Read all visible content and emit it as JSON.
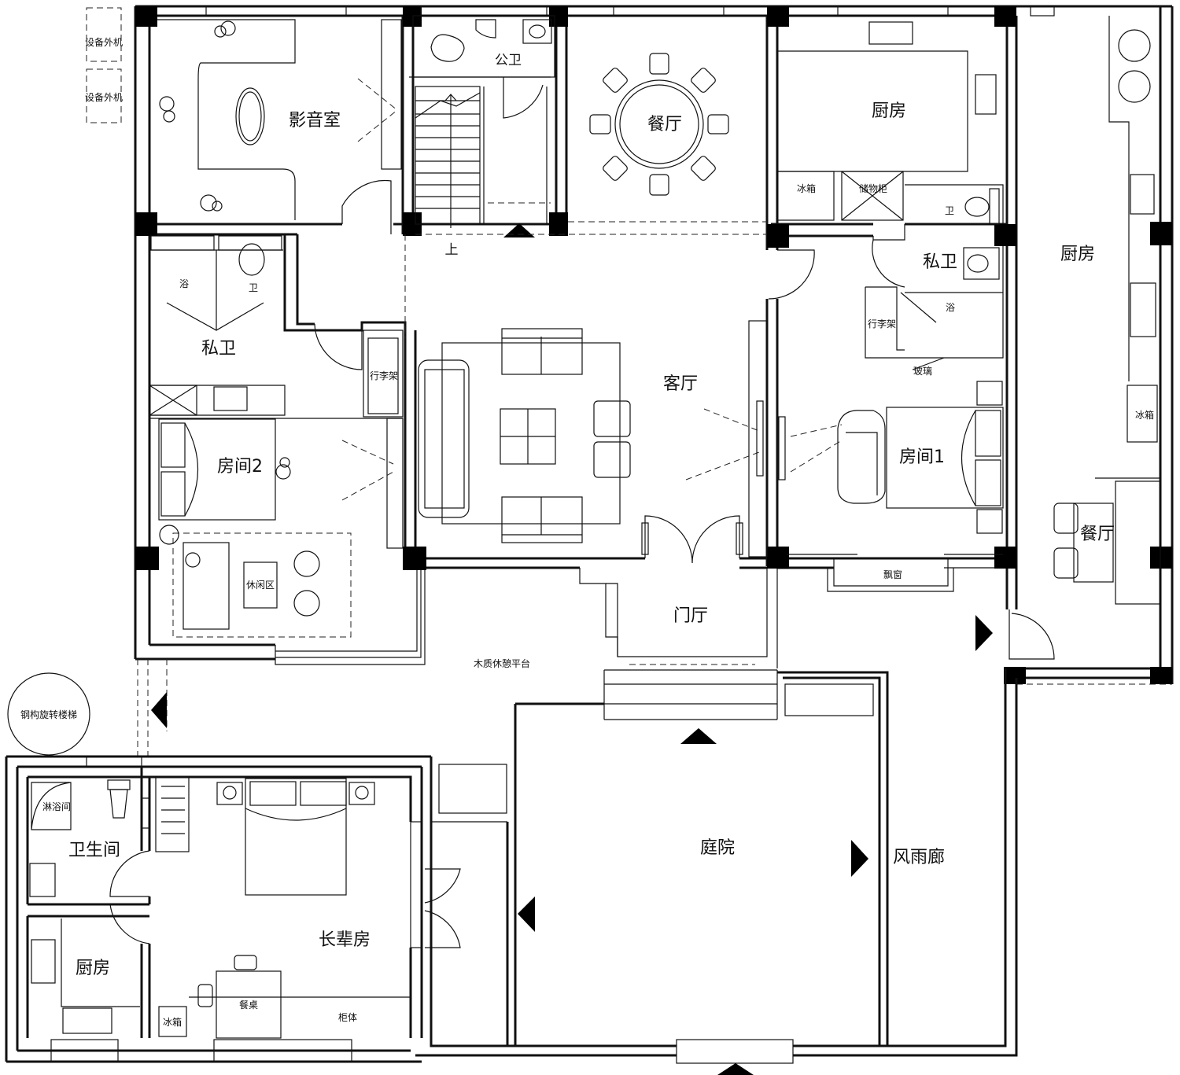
{
  "labels": {
    "equip1": "设备外机",
    "equip2": "设备外机",
    "av_room": "影音室",
    "public_wc": "公卫",
    "dining_main": "餐厅",
    "kitchen_main": "厨房",
    "fridge_main": "冰箱",
    "storage": "储物柜",
    "kitchen_right": "厨房",
    "toilet_mark_r": "卫",
    "private_wc_r": "私卫",
    "bath_mark_r": "浴",
    "luggage_r": "行李架",
    "glass": "玻璃",
    "stair_up": "上",
    "bath_mark_l": "浴",
    "toilet_mark_l": "卫",
    "private_wc_l": "私卫",
    "luggage_l": "行李架",
    "living": "客厅",
    "room2": "房间2",
    "leisure": "休闲区",
    "room1": "房间1",
    "bay_window": "飘窗",
    "dining_right": "餐厅",
    "fridge_right": "冰箱",
    "foyer": "门厅",
    "deck": "木质休憩平台",
    "spiral_stair": "钢构旋转楼梯",
    "shower": "淋浴间",
    "bathroom": "卫生间",
    "elder_room": "长辈房",
    "kitchen_small": "厨房",
    "dining_table": "餐桌",
    "cabinet": "柜体",
    "fridge_small": "冰箱",
    "courtyard": "庭院",
    "corridor": "风雨廊"
  }
}
